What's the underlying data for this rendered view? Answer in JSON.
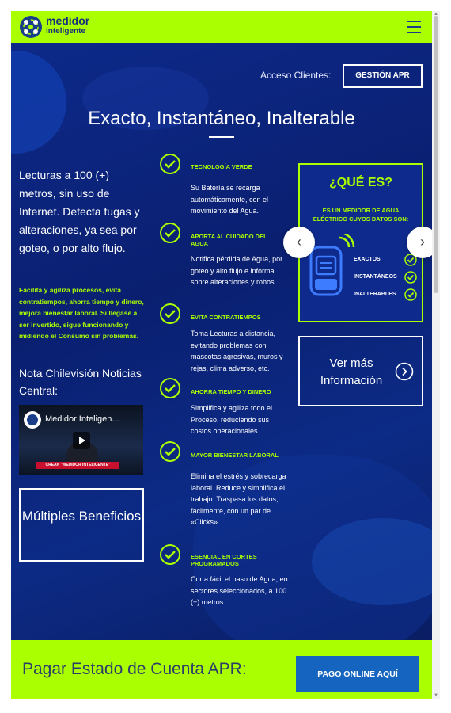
{
  "header": {
    "logo_line1": "medidor",
    "logo_line2": "inteligente",
    "menu_icon": "hamburger-menu-icon"
  },
  "access": {
    "label": "Acceso Clientes:",
    "button": "GESTIÓN APR"
  },
  "hero": {
    "title": "Exacto, Instantáneo, Inalterable",
    "lead": "Lecturas a 100 (+) metros, sin uso de Internet. Detecta fugas y alteraciones, ya sea por goteo, o por alto flujo.",
    "lead_green": "Facilita y agiliza procesos, evita contratiempos, ahorra tiempo y dinero, mejora bienestar laboral. Si llegase a ser invertido, sigue funcionando y midiendo el Consumo sin problemas.",
    "nota": "Nota Chilevisión Noticias Central:",
    "video_title": "Medidor Inteligen...",
    "video_caption": "CREAN \"MEDIDOR INTELIGENTE\"",
    "multiples": "Múltiples Beneficios"
  },
  "features": [
    {
      "title": "TECNOLOGÍA VERDE",
      "desc": "Su Batería se recarga automáticamente, con el movimiento del Agua."
    },
    {
      "title": "APORTA AL CUIDADO DEL AGUA",
      "desc": "Notifica pérdida de Agua, por goteo y alto flujo e informa sobre alteraciones y robos."
    },
    {
      "title": "EVITA CONTRATIEMPOS",
      "desc": "Toma Lecturas a distancia, evitando problemas con mascotas agresivas, muros y rejas, clima adverso, etc."
    },
    {
      "title": "AHORRA TIEMPO Y DINERO",
      "desc": "Simplifica y agiliza todo el Proceso, reduciendo sus costos operacionales."
    },
    {
      "title": "MAYOR BIENESTAR LABORAL",
      "desc": "Elimina el estrés y sobrecarga laboral. Reduce y simplifica el trabajo. Traspasa los datos, fácilmente, con un par de «Clicks»."
    },
    {
      "title": "ESENCIAL EN CORTES PROGRAMADOS",
      "desc": "Corta fácil el paso de Agua, en sectores seleccionados, a 100 (+) metros."
    }
  ],
  "que_es": {
    "title": "¿QUÉ ES?",
    "subtitle": "ES UN MEDIDOR DE AGUA ELÉCTRICO CUYOS DATOS SON:",
    "items": [
      "EXACTOS",
      "INSTANTÁNEOS",
      "INALTERABLES"
    ]
  },
  "carousel": {
    "prev": "‹",
    "next": "›"
  },
  "ver_mas": "Ver más Información",
  "footer": {
    "text": "Pagar Estado de Cuenta APR:",
    "button": "PAGO ONLINE AQUÍ"
  },
  "colors": {
    "accent_green": "#aaff00",
    "hero_blue": "#0b1f6b",
    "button_blue": "#1565c0"
  }
}
